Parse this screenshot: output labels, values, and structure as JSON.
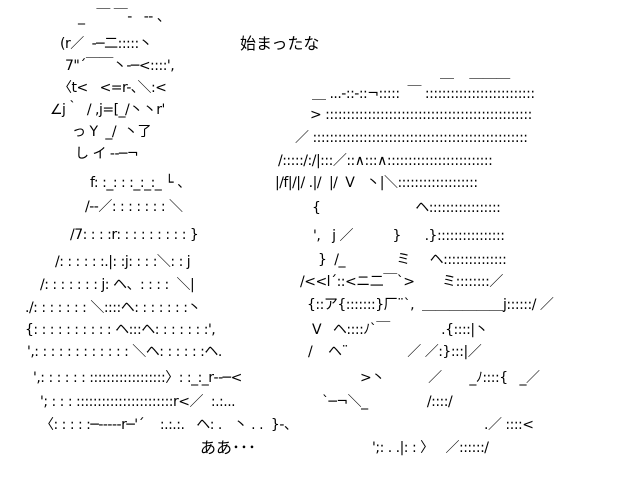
{
  "dialogue": {
    "top_speech": "始まったな",
    "bottom_speech": "ああ･･･"
  },
  "left_figure": [
    "_   ￣ ￣‐   -‐ 、",
    "(r／  ‐─二:::::丶",
    "7\"´￣￣丶‐─<::::',",
    "〈t<   <=r-､＼:<",
    "∠j｀  / ,j=[_/丶丶r'",
    "っ Y  _/  丶了",
    "し イ ‐‐─¬",
    "f: :_: : :_:_:_ └ 、",
    "/‐‐／: : : : : : : ＼",
    "/7: : : :r: : : : : : : : : }",
    "/: : : : : :.|: :j: : : :＼: : j",
    "/: : : : : : : j: ヘ、: : : :  ＼|",
    "./: : : : : : : ＼::::ヘ: : : : : : :丶",
    "{: : : : : : : : : : ヘ:::ヘ: : : : : : :',",
    "',: : : : : : : : : : : : ＼ヘ: : : : : :ヘ.",
    "',: : : : : : ::::::::::::::::::〉: :_:_r‐‐─<",
    "'; : : : :::::::::::::::::::::::r<／  :.:...",
    "〈: : : : :─‐‐‐--r─'´    :.:.:.   ヘ: .   丶 . .  }‐、"
  ],
  "right_figure": [
    "＿    ＿＿＿",
    "＿ ...‐::-::¬:::::  ￣ ::::::::::::::::::::::::::",
    "> :::::::::::::::::::::::::::::::::::::::::::::::::",
    "／ :::::::::::::::::::::::::::::::::::::::::::::::::::",
    "/:::::/:/|:::／::∧:::∧:::::::::::::::::::::::::",
    "|/f|/|/ .|/  |/  V   丶|＼:::::::::::::::::::",
    "{                        ヘ:::::::::::::::::",
    "',   j ／          }      .}::::::::::::::::",
    "}  /_             ミ     ヘ:::::::::::::::",
    "/<<l´::<ニ二￣`>       ミ::::::::／",
    "{::ア{:::::::}厂¨`,  ＿＿＿＿＿＿j::::::/ ／",
    "V   ヘ::::ﾉ`￣             .{::::|丶",
    "/    ヘ¨               ／ ／:}:::|／",
    ">丶           ／       _ﾉ::::{   _／",
    "`─¬＼_               /::::/",
    ".／ ::::<",
    "';: . .|: : 〉   ／::::::/"
  ]
}
